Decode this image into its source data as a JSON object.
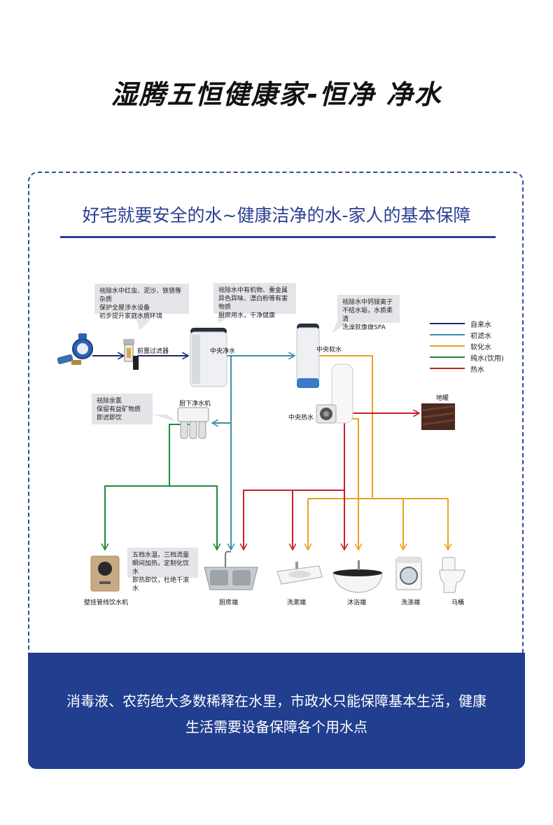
{
  "header": {
    "title": "湿腾五恒健康家-恒净  净水"
  },
  "section": {
    "subtitle": "好宅就要安全的水~健康洁净的水-家人的基本保障"
  },
  "diagram": {
    "bubbles": {
      "pre_filter": [
        "祛除水中红虫、泥沙、铁锈等杂质",
        "保护全屋涉水设备",
        "初步提升家庭水质环境"
      ],
      "central_purifier": [
        "祛除水中有机物、重金属",
        "异色异味、漂白粉等有害物质",
        "厨房用水，干净健康"
      ],
      "central_softener": [
        "祛除水中钙镁离子",
        "不结水垢，水质柔清",
        "洗澡就像做SPA"
      ],
      "under_sink": [
        "祛除余氯",
        "保留有益矿物质",
        "即滤即饮"
      ],
      "dispenser": [
        "五档水温，三档流量",
        "瞬间加热，定制化饮水",
        "即热即饮，杜绝千滚水"
      ]
    },
    "labels": {
      "pre_filter": "前置过滤器",
      "central_purifier": "中央净水",
      "central_softener": "中央软水",
      "under_sink": "厨下净水机",
      "central_heat": "中央热水",
      "floor_heating": "地暖",
      "dispenser": "壁挂管线饮水机",
      "kitchen": "厨房端",
      "washbasin": "洗漱端",
      "bath": "沐浴端",
      "laundry": "洗涤端",
      "toilet": "马桶"
    },
    "legend": [
      {
        "label": "自来水",
        "color": "#1f2a6b"
      },
      {
        "label": "初滤水",
        "color": "#3e8fa8"
      },
      {
        "label": "软化水",
        "color": "#e8a321"
      },
      {
        "label": "纯水(饮用)",
        "color": "#1e8a3a"
      },
      {
        "label": "热水",
        "color": "#c8202e"
      }
    ]
  },
  "footer": {
    "line1": "消毒液、农药绝大多数稀释在水里，市政水只能保障基本生活，健康",
    "line2": "生活需要设备保障各个用水点"
  },
  "colors": {
    "brand_blue": "#223f8f",
    "tap": "#1f2a6b",
    "filtered": "#3e8fa8",
    "softened": "#e8a321",
    "pure": "#1e8a3a",
    "hot": "#c8202e"
  }
}
